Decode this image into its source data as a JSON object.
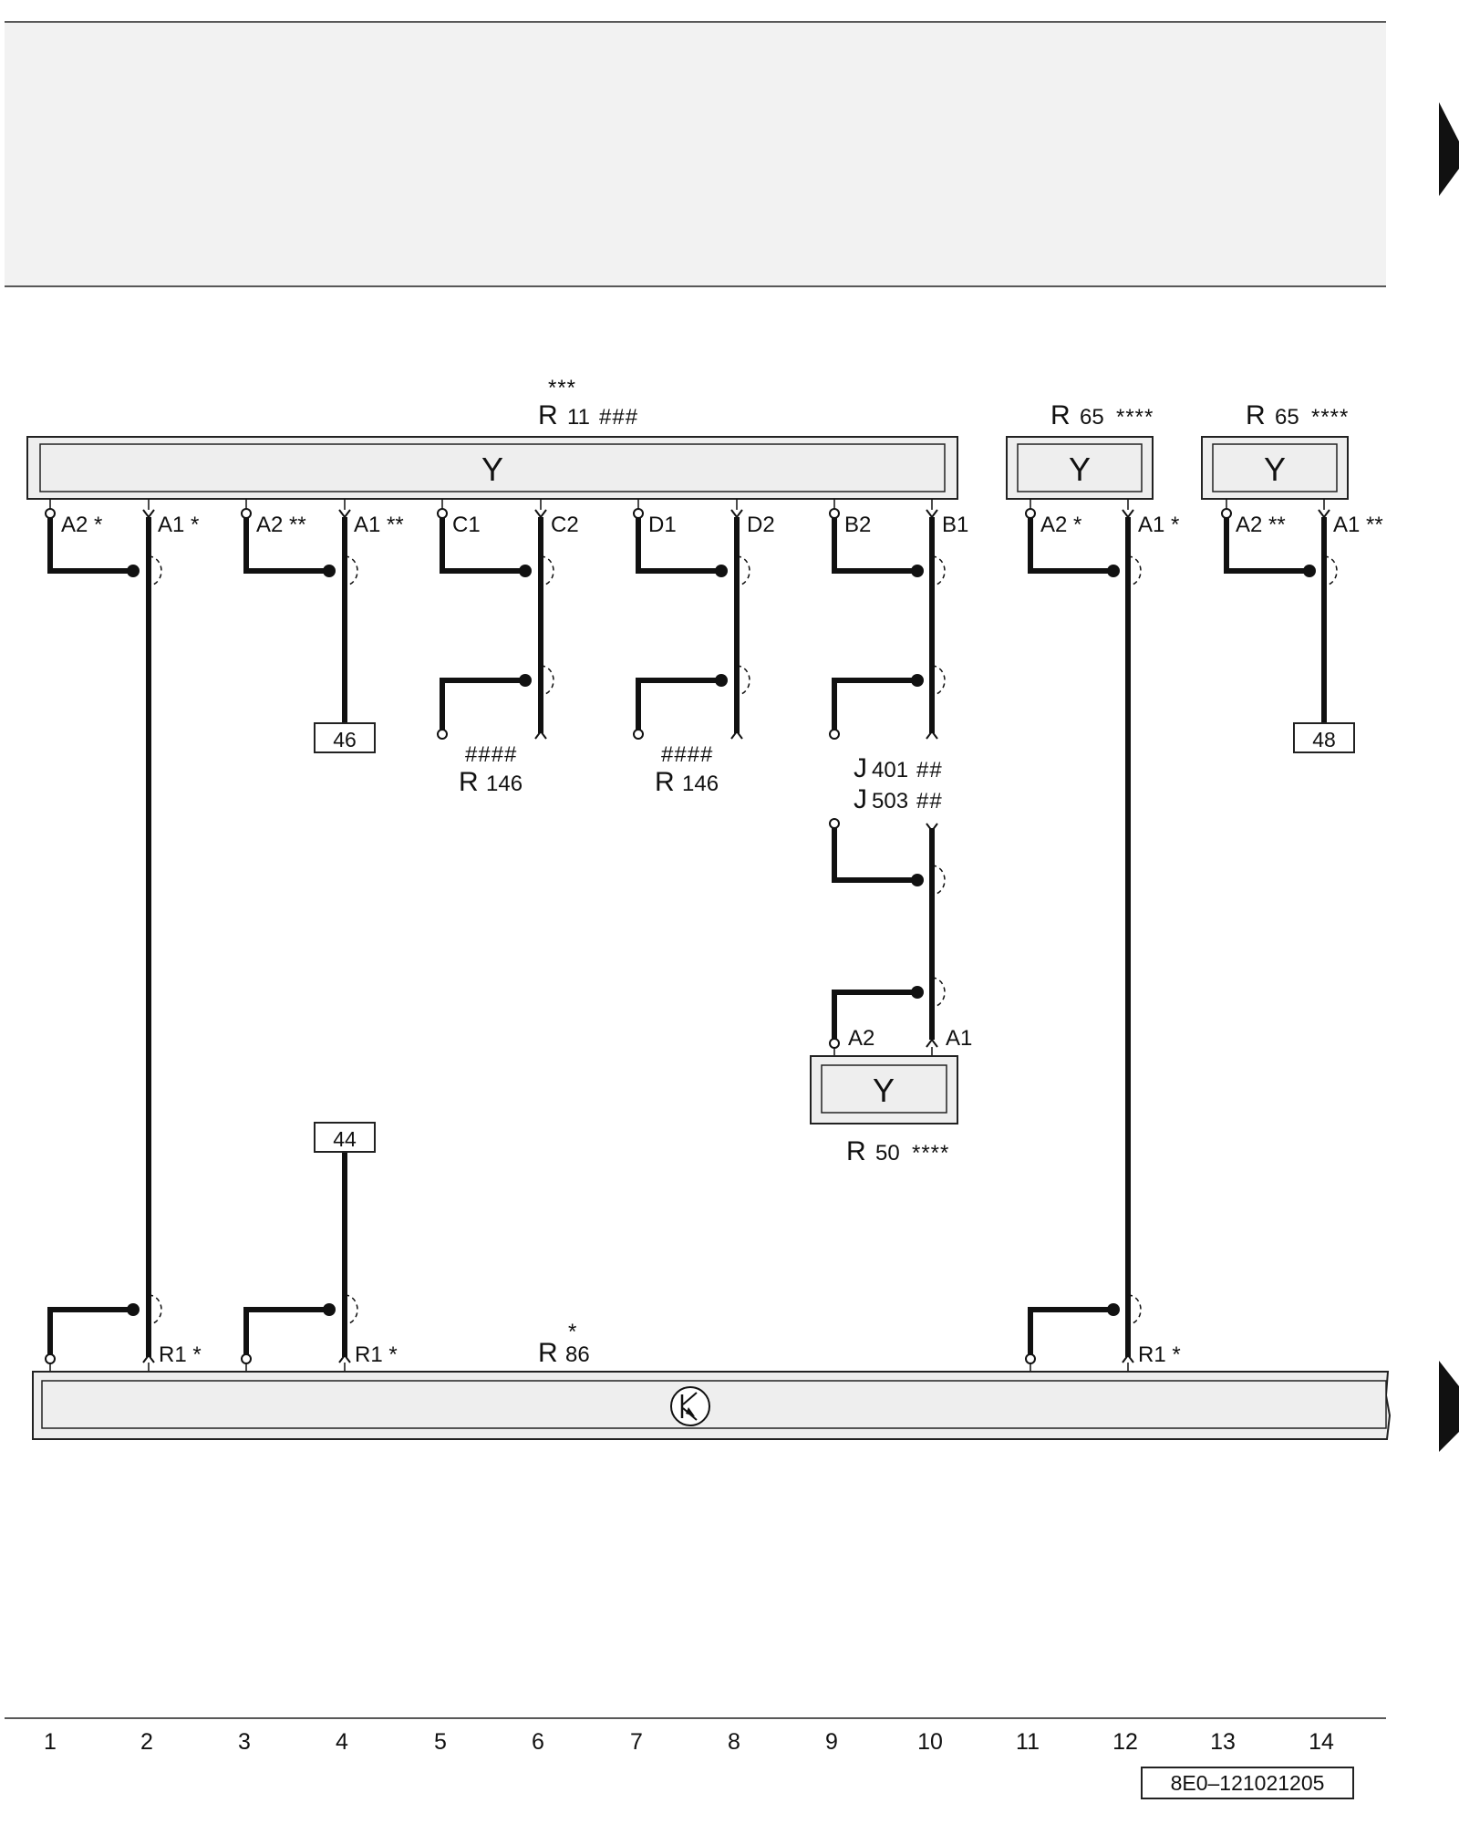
{
  "page": {
    "reference_code": "8E0–121021205"
  },
  "components": {
    "r11": {
      "letter": "R",
      "number": "11",
      "suffix": "###",
      "mark_above": "***",
      "symbol": "Y",
      "pins": [
        "A2 *",
        "A1 *",
        "A2 **",
        "A1 **",
        "C1",
        "C2",
        "D1",
        "D2",
        "B2",
        "B1"
      ]
    },
    "r65_a": {
      "letter": "R",
      "number": "65",
      "suffix": "****",
      "symbol": "Y",
      "pins": [
        "A2 *",
        "A1 *"
      ]
    },
    "r65_b": {
      "letter": "R",
      "number": "65",
      "suffix": "****",
      "symbol": "Y",
      "pins": [
        "A2 **",
        "A1 **"
      ]
    },
    "r146_a": {
      "letter": "R",
      "number": "146",
      "mark_above": "####"
    },
    "r146_b": {
      "letter": "R",
      "number": "146",
      "mark_above": "####"
    },
    "j401": {
      "letter": "J",
      "number": "401",
      "suffix": "##"
    },
    "j503": {
      "letter": "J",
      "number": "503",
      "suffix": "##"
    },
    "r50": {
      "letter": "R",
      "number": "50",
      "suffix": "****",
      "symbol": "Y",
      "pins": [
        "A2",
        "A1"
      ]
    },
    "r86": {
      "letter": "R",
      "number": "86",
      "mark_above": "*",
      "pins": [
        "R1 *",
        "R1 *",
        "R1 *"
      ]
    }
  },
  "references": {
    "ref_46": "46",
    "ref_48": "48",
    "ref_44": "44"
  },
  "columns": [
    "1",
    "2",
    "3",
    "4",
    "5",
    "6",
    "7",
    "8",
    "9",
    "10",
    "11",
    "12",
    "13",
    "14"
  ]
}
